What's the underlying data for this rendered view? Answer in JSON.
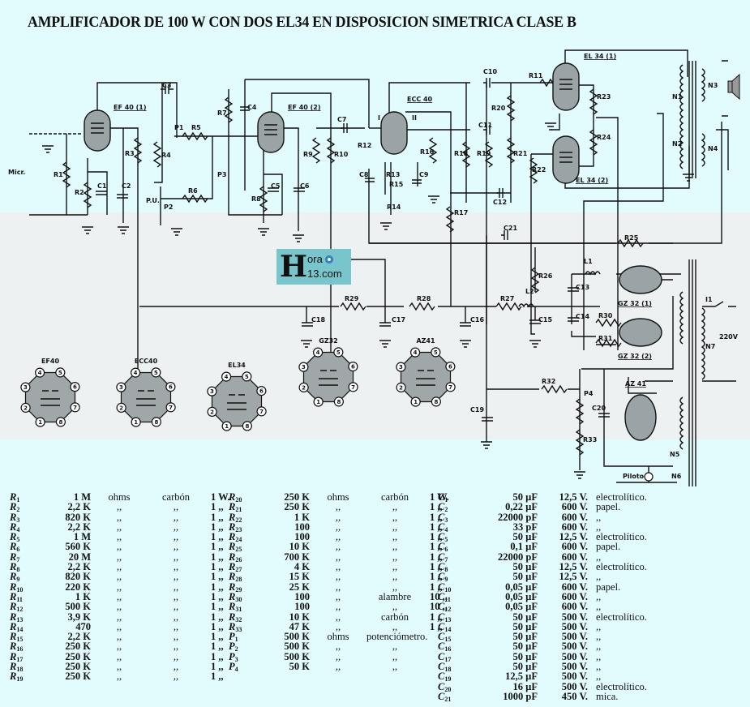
{
  "title": "AMPLIFICADOR DE 100 W CON DOS EL34 EN DISPOSICION SIMETRICA CLASE B",
  "watermark": {
    "big_letter": "H",
    "line1": "ora",
    "line2": "13.com",
    "icon": "globe-icon"
  },
  "schematic": {
    "tube_labels": [
      "EF 40 (1)",
      "EF 40 (2)",
      "ECC 40",
      "EL 34 (1)",
      "EL 34 (2)",
      "GZ 32 (1)",
      "GZ 32 (2)",
      "AZ 41"
    ],
    "inputs": {
      "mic": "Micr.",
      "pickup": "P.U."
    },
    "triode_sections": [
      "I",
      "II"
    ],
    "mains_voltage": "220V",
    "switch": "I1",
    "pilot_lamp": "Piloto",
    "component_labels": [
      "R1",
      "R2",
      "R3",
      "R4",
      "R5",
      "R6",
      "R7",
      "R8",
      "R9",
      "R10",
      "R11",
      "R12",
      "R13",
      "R14",
      "R15",
      "R16",
      "R17",
      "R18",
      "R19",
      "R20",
      "R21",
      "R22",
      "R23",
      "R24",
      "R25",
      "R26",
      "R27",
      "R28",
      "R29",
      "R30",
      "R31",
      "R32",
      "R33",
      "P1",
      "P2",
      "P3",
      "P4",
      "C1",
      "C2",
      "C3",
      "C4",
      "C5",
      "C6",
      "C7",
      "C8",
      "C9",
      "C10",
      "C11",
      "C12",
      "C13",
      "C14",
      "C15",
      "C16",
      "C17",
      "C18",
      "C19",
      "C20",
      "C21",
      "L1",
      "L2",
      "N1",
      "N2",
      "N3",
      "N4",
      "N5",
      "N6",
      "N7"
    ]
  },
  "sockets": [
    {
      "name": "EF40",
      "pins": [
        "1",
        "2",
        "3",
        "4",
        "5",
        "6",
        "7",
        "8"
      ]
    },
    {
      "name": "ECC40",
      "pins": [
        "1",
        "2",
        "3",
        "4",
        "5",
        "6",
        "7",
        "8"
      ]
    },
    {
      "name": "EL34",
      "pins": [
        "1",
        "2",
        "3",
        "4",
        "5",
        "6",
        "7",
        "8"
      ]
    },
    {
      "name": "GZ32",
      "pins": [
        "1",
        "2",
        "3",
        "4",
        "5",
        "6",
        "7",
        "8"
      ]
    },
    {
      "name": "AZ41",
      "pins": [
        "1",
        "2",
        "3",
        "4",
        "5",
        "6",
        "7",
        "8"
      ]
    }
  ],
  "resistors_a": [
    {
      "ref": "R",
      "sub": "1",
      "value": "1 M",
      "unit": "ohms",
      "material": "carbón",
      "power": "1 W."
    },
    {
      "ref": "R",
      "sub": "2",
      "value": "2,2 K",
      "unit": ",,",
      "material": ",,",
      "power": "1 ,,"
    },
    {
      "ref": "R",
      "sub": "3",
      "value": "820 K",
      "unit": ",,",
      "material": ",,",
      "power": "1 ,,"
    },
    {
      "ref": "R",
      "sub": "4",
      "value": "2,2 K",
      "unit": ",,",
      "material": ",,",
      "power": "1 ,,"
    },
    {
      "ref": "R",
      "sub": "5",
      "value": "1 M",
      "unit": ",,",
      "material": ",,",
      "power": "1 ,,"
    },
    {
      "ref": "R",
      "sub": "6",
      "value": "560 K",
      "unit": ",,",
      "material": ",,",
      "power": "1 ,,"
    },
    {
      "ref": "R",
      "sub": "7",
      "value": "20 M",
      "unit": ",,",
      "material": ",,",
      "power": "1 ,,"
    },
    {
      "ref": "R",
      "sub": "8",
      "value": "2,2 K",
      "unit": ",,",
      "material": ",,",
      "power": "1 ,,"
    },
    {
      "ref": "R",
      "sub": "9",
      "value": "820 K",
      "unit": ",,",
      "material": ",,",
      "power": "1 ,,"
    },
    {
      "ref": "R",
      "sub": "10",
      "value": "220 K",
      "unit": ",,",
      "material": ",,",
      "power": "1 ,,"
    },
    {
      "ref": "R",
      "sub": "11",
      "value": "1 K",
      "unit": ",,",
      "material": ",,",
      "power": "1 ,,"
    },
    {
      "ref": "R",
      "sub": "12",
      "value": "500 K",
      "unit": ",,",
      "material": ",,",
      "power": "1 ,,"
    },
    {
      "ref": "R",
      "sub": "13",
      "value": "3,9 K",
      "unit": ",,",
      "material": ",,",
      "power": "1 ,,"
    },
    {
      "ref": "R",
      "sub": "14",
      "value": "470",
      "unit": ",,",
      "material": ",,",
      "power": "1 ,,"
    },
    {
      "ref": "R",
      "sub": "15",
      "value": "2,2 K",
      "unit": ",,",
      "material": ",,",
      "power": "1 ,,"
    },
    {
      "ref": "R",
      "sub": "16",
      "value": "250 K",
      "unit": ",,",
      "material": ",,",
      "power": "1 ,,"
    },
    {
      "ref": "R",
      "sub": "17",
      "value": "250 K",
      "unit": ",,",
      "material": ",,",
      "power": "1 ,,"
    },
    {
      "ref": "R",
      "sub": "18",
      "value": "250 K",
      "unit": ",,",
      "material": ",,",
      "power": "1 ,,"
    },
    {
      "ref": "R",
      "sub": "19",
      "value": "250 K",
      "unit": ",,",
      "material": ",,",
      "power": "1 ,,"
    }
  ],
  "resistors_b": [
    {
      "ref": "R",
      "sub": "20",
      "value": "250 K",
      "unit": "ohms",
      "material": "carbón",
      "power": "1 W."
    },
    {
      "ref": "R",
      "sub": "21",
      "value": "250 K",
      "unit": ",,",
      "material": ",,",
      "power": "1 ,,"
    },
    {
      "ref": "R",
      "sub": "22",
      "value": "1 K",
      "unit": ",,",
      "material": ",,",
      "power": "1 ,,"
    },
    {
      "ref": "R",
      "sub": "23",
      "value": "100",
      "unit": ",,",
      "material": ",,",
      "power": "1 ,,"
    },
    {
      "ref": "R",
      "sub": "24",
      "value": "100",
      "unit": ",,",
      "material": ",,",
      "power": "1 ,,"
    },
    {
      "ref": "R",
      "sub": "25",
      "value": "10 K",
      "unit": ",,",
      "material": ",,",
      "power": "1 ,,"
    },
    {
      "ref": "R",
      "sub": "26",
      "value": "700 K",
      "unit": ",,",
      "material": ",,",
      "power": "1 ,,"
    },
    {
      "ref": "R",
      "sub": "27",
      "value": "4 K",
      "unit": ",,",
      "material": ",,",
      "power": "1 ,,"
    },
    {
      "ref": "R",
      "sub": "28",
      "value": "15 K",
      "unit": ",,",
      "material": ",,",
      "power": "1 ,,"
    },
    {
      "ref": "R",
      "sub": "29",
      "value": "25 K",
      "unit": ",,",
      "material": ",,",
      "power": "1 ,,"
    },
    {
      "ref": "R",
      "sub": "30",
      "value": "100",
      "unit": ",,",
      "material": "alambre",
      "power": "10 ,,"
    },
    {
      "ref": "R",
      "sub": "31",
      "value": "100",
      "unit": ",,",
      "material": ",,",
      "power": "10 ,,"
    },
    {
      "ref": "R",
      "sub": "32",
      "value": "10 K",
      "unit": ",,",
      "material": "carbón",
      "power": "1 ,,"
    },
    {
      "ref": "R",
      "sub": "33",
      "value": "47 K",
      "unit": ",,",
      "material": ",,",
      "power": "1 ,,"
    },
    {
      "ref": "P",
      "sub": "1",
      "value": "500 K",
      "unit": "ohms",
      "material": "potenciómetro.",
      "power": ""
    },
    {
      "ref": "P",
      "sub": "2",
      "value": "500 K",
      "unit": ",,",
      "material": ",,",
      "power": ""
    },
    {
      "ref": "P",
      "sub": "3",
      "value": "500 K",
      "unit": ",,",
      "material": ",,",
      "power": ""
    },
    {
      "ref": "P",
      "sub": "4",
      "value": "50 K",
      "unit": ",,",
      "material": ",,",
      "power": ""
    }
  ],
  "capacitors": [
    {
      "ref": "C",
      "sub": "1",
      "value": "50 µF",
      "voltage": "12,5 V.",
      "type": "electrolítico."
    },
    {
      "ref": "C",
      "sub": "2",
      "value": "0,22 µF",
      "voltage": "600 V.",
      "type": "papel."
    },
    {
      "ref": "C",
      "sub": "3",
      "value": "22000 pF",
      "voltage": "600 V.",
      "type": ",,"
    },
    {
      "ref": "C",
      "sub": "4",
      "value": "33 pF",
      "voltage": "600 V.",
      "type": ",,"
    },
    {
      "ref": "C",
      "sub": "5",
      "value": "50 µF",
      "voltage": "12,5 V.",
      "type": "electrolítico."
    },
    {
      "ref": "C",
      "sub": "6",
      "value": "0,1 µF",
      "voltage": "600 V.",
      "type": "papel."
    },
    {
      "ref": "C",
      "sub": "7",
      "value": "22000 pF",
      "voltage": "600 V.",
      "type": ",,"
    },
    {
      "ref": "C",
      "sub": "8",
      "value": "50 µF",
      "voltage": "12,5 V.",
      "type": "electrolítico."
    },
    {
      "ref": "C",
      "sub": "9",
      "value": "50 µF",
      "voltage": "12,5 V.",
      "type": ",,"
    },
    {
      "ref": "C",
      "sub": "10",
      "value": "0,05 µF",
      "voltage": "600 V.",
      "type": "papel."
    },
    {
      "ref": "C",
      "sub": "11",
      "value": "0,05 µF",
      "voltage": "600 V.",
      "type": ",,"
    },
    {
      "ref": "C",
      "sub": "12",
      "value": "0,05 µF",
      "voltage": "600 V.",
      "type": ",,"
    },
    {
      "ref": "C",
      "sub": "13",
      "value": "50 µF",
      "voltage": "500 V.",
      "type": "electrolítico."
    },
    {
      "ref": "C",
      "sub": "14",
      "value": "50 µF",
      "voltage": "500 V.",
      "type": ",,"
    },
    {
      "ref": "C",
      "sub": "15",
      "value": "50 µF",
      "voltage": "500 V.",
      "type": ",,"
    },
    {
      "ref": "C",
      "sub": "16",
      "value": "50 µF",
      "voltage": "500 V.",
      "type": ",,"
    },
    {
      "ref": "C",
      "sub": "17",
      "value": "50 µF",
      "voltage": "500 V.",
      "type": ",,"
    },
    {
      "ref": "C",
      "sub": "18",
      "value": "50 µF",
      "voltage": "500 V.",
      "type": ",,"
    },
    {
      "ref": "C",
      "sub": "19",
      "value": "12,5 µF",
      "voltage": "500 V.",
      "type": ",,"
    },
    {
      "ref": "C",
      "sub": "20",
      "value": "16 µF",
      "voltage": "500 V.",
      "type": "electrolítico."
    },
    {
      "ref": "C",
      "sub": "21",
      "value": "1000 pF",
      "voltage": "450 V.",
      "type": "mica."
    }
  ]
}
